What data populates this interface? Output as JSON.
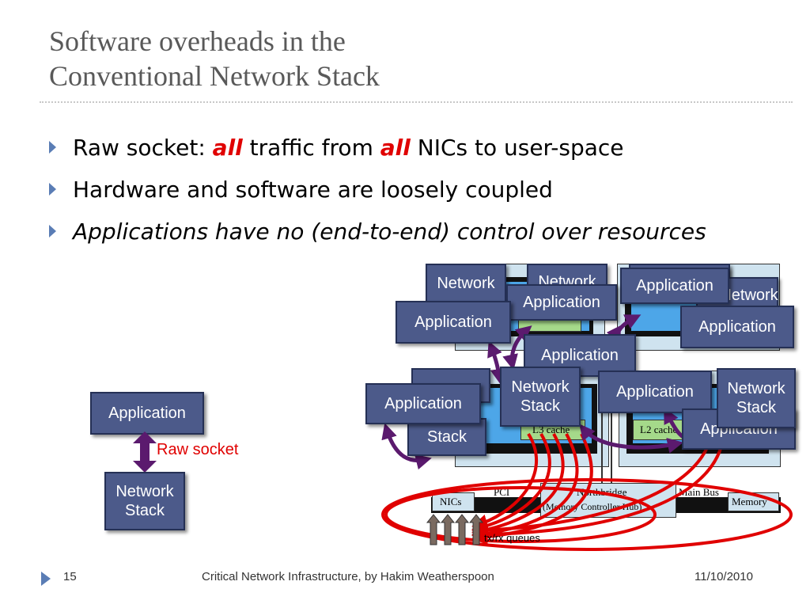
{
  "title": {
    "line1": "Software overheads in the",
    "line2": "Conventional Network Stack"
  },
  "bullets": {
    "b1": {
      "prefix": "Raw socket: ",
      "em1": "all",
      "mid": " traffic from ",
      "em2": "all",
      "suffix": " NICs to user-space"
    },
    "b2": "Hardware and software are loosely coupled",
    "b3": "Applications have no (end-to-end) control over resources"
  },
  "left_diagram": {
    "application": "Application",
    "raw_socket": "Raw socket",
    "network_stack_line1": "Network",
    "network_stack_line2": "Stack"
  },
  "right_diagram": {
    "app": "Application",
    "net1": "Network",
    "net2": "Stack",
    "l3_cache": "L3 cache",
    "l2_cache": "L2 cache",
    "pci": "PCI",
    "nics": "NICs",
    "northbridge": "Northbridge",
    "memory_controller": "(Memory Controller Hub)",
    "main_bus": "Main Bus",
    "memory": "Memory",
    "queues": "tx/rx queues"
  },
  "colors": {
    "box_fill": "#4c5a8a",
    "arrow_purple": "#5b1a6e",
    "traffic_red": "#e00000",
    "bullet_marker": "#5a7db5"
  },
  "footer": {
    "slide_number": "15",
    "center": "Critical Network Infrastructure, by Hakim Weatherspoon",
    "date": "11/10/2010"
  }
}
